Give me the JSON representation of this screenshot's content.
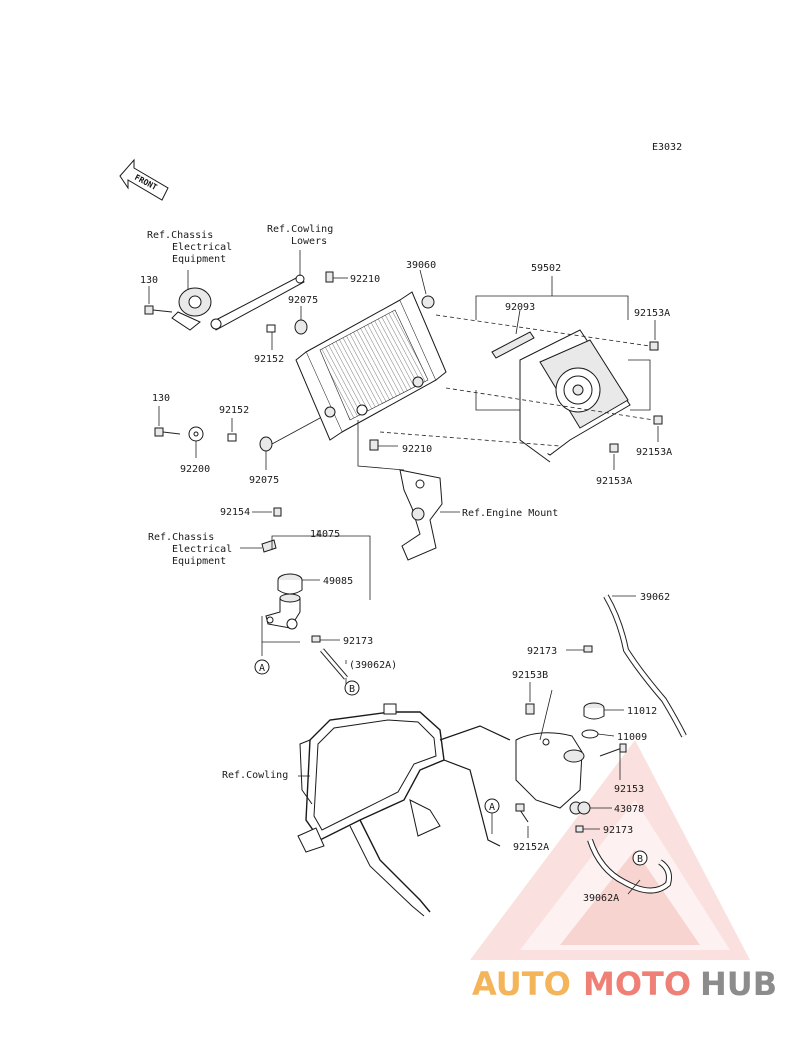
{
  "diagram_code": "E3032",
  "front_label": "FRONT",
  "refs": {
    "chassis_top": [
      "Ref.Chassis",
      "Electrical",
      "Equipment"
    ],
    "cowling_lowers": [
      "Ref.Cowling",
      "Lowers"
    ],
    "engine_mount": "Ref.Engine Mount",
    "chassis_mid": [
      "Ref.Chassis",
      "Electrical",
      "Equipment"
    ],
    "cowling": "Ref.Cowling"
  },
  "parts": {
    "p130a": "130",
    "p92210a": "92210",
    "p39060": "39060",
    "p59502": "59502",
    "p92075a": "92075",
    "p92093": "92093",
    "p92153a_top": "92153A",
    "p92152a": "92152",
    "p130b": "130",
    "p92152b": "92152",
    "p92210b": "92210",
    "p92153a_mid": "92153A",
    "p92200": "92200",
    "p92075b": "92075",
    "p92153a_low": "92153A",
    "p92154": "92154",
    "p14075": "14075",
    "p49085": "49085",
    "p92173a": "92173",
    "p39062a_paren": "(39062A)",
    "p39062": "39062",
    "p92173b": "92173",
    "p92153b": "92153B",
    "p11012": "11012",
    "p11009": "11009",
    "p92153": "92153",
    "p43078": "43078",
    "p92152a_low": "92152A",
    "p92173c": "92173",
    "p39062a": "39062A"
  },
  "callouts": {
    "a": "A",
    "b": "B"
  },
  "watermark": {
    "auto": "AUTO",
    "moto": "MOTO",
    "hub": "HUB"
  }
}
